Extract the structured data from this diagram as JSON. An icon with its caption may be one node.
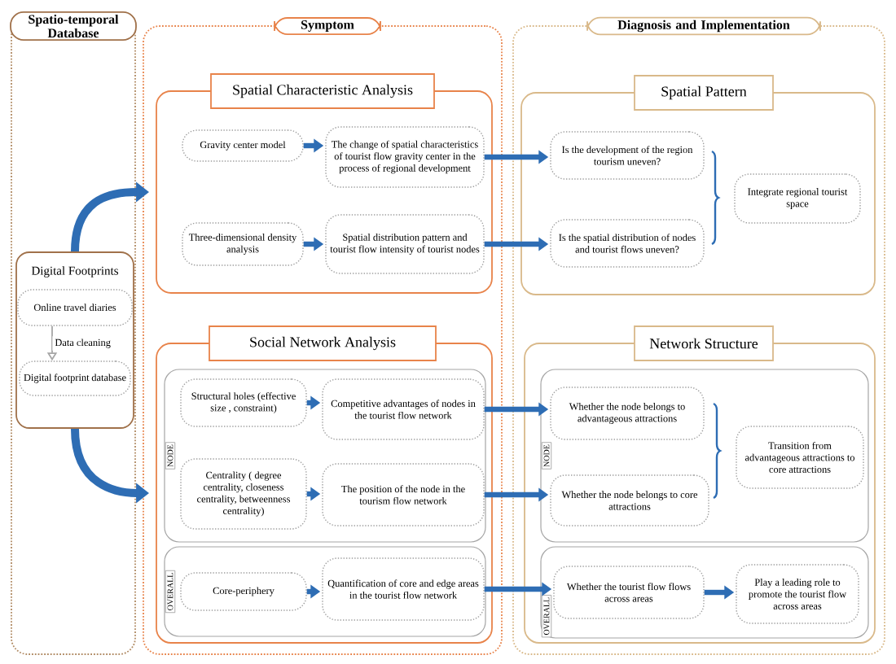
{
  "diagram": {
    "nodes": [
      {
        "text": [
          "Spatio-temporal Database"
        ]
      },
      {
        "text": [
          "Symptom"
        ]
      },
      {
        "text": [
          "Diagnosis and Implementation"
        ]
      },
      {
        "text": [
          "Digital Footprints"
        ],
        "in": 0
      },
      {
        "text": [
          "Online travel diaries"
        ],
        "in": 3
      },
      {
        "text": [
          "Digital footprint database"
        ],
        "in": 3
      },
      {
        "text": [
          "Spatial Characteristic Analysis"
        ],
        "in": 1
      },
      {
        "text": [
          "Gravity center model"
        ],
        "in": 6
      },
      {
        "text": [
          "The change of spatial characteristics of tourist flow gravity center in the process of regional development"
        ],
        "in": 6
      },
      {
        "text": [
          "Three-dimensional density analysis"
        ],
        "in": 6
      },
      {
        "text": [
          "Spatial distribution pattern and tourist flow intensity of tourist nodes"
        ],
        "in": 6
      },
      {
        "text": [
          "Social Network Analysis"
        ],
        "in": 1
      },
      {
        "text": [
          "NODE"
        ],
        "in": 11
      },
      {
        "text": [
          "Structural holes (effective size , constraint)"
        ],
        "in": 12
      },
      {
        "text": [
          "Competitive advantages of nodes in the tourist flow network"
        ],
        "in": 12
      },
      {
        "text": [
          "Centrality ( degree centrality, closeness centrality, betweenness centrality)"
        ],
        "in": 12
      },
      {
        "text": [
          "The position of the node in the tourism flow network"
        ],
        "in": 12
      },
      {
        "text": [
          "OVERALL"
        ],
        "in": 11
      },
      {
        "text": [
          "Core-periphery"
        ],
        "in": 17
      },
      {
        "text": [
          "Quantification of core and edge areas in the tourist flow network"
        ],
        "in": 17
      },
      {
        "text": [
          "Spatial Pattern"
        ],
        "in": 2
      },
      {
        "text": [
          "Is the development of the region tourism uneven?"
        ],
        "in": 20
      },
      {
        "text": [
          "Is the spatial distribution of nodes and tourist flows uneven?"
        ],
        "in": 20
      },
      {
        "text": [
          "Integrate regional tourist space"
        ],
        "in": 20
      },
      {
        "text": [
          "Network Structure"
        ],
        "in": 2
      },
      {
        "text": [
          "NODE"
        ],
        "in": 24
      },
      {
        "text": [
          "Whether the node belongs to advantageous attractions"
        ],
        "in": 25
      },
      {
        "text": [
          "Whether the node belongs to core attractions"
        ],
        "in": 25
      },
      {
        "text": [
          "Transition from advantageous attractions to core attractions"
        ],
        "in": 25
      },
      {
        "text": [
          "OVERALL"
        ],
        "in": 24
      },
      {
        "text": [
          "Whether the tourist flow flows across areas"
        ],
        "in": 29
      },
      {
        "text": [
          "Play a leading role to promote the tourist flow across areas"
        ],
        "in": 29
      }
    ],
    "edges": [
      {
        "from": 4,
        "to": 5,
        "arrow": "to",
        "label": "Data cleaning",
        "color": "#a6a6a6"
      },
      {
        "from": 3,
        "to": 6,
        "arrow": "to"
      },
      {
        "from": 3,
        "to": 11,
        "arrow": "to"
      },
      {
        "from": 7,
        "to": 8,
        "arrow": "to"
      },
      {
        "from": 9,
        "to": 10,
        "arrow": "to"
      },
      {
        "from": 13,
        "to": 14,
        "arrow": "to"
      },
      {
        "from": 15,
        "to": 16,
        "arrow": "to"
      },
      {
        "from": 18,
        "to": 19,
        "arrow": "to"
      },
      {
        "from": 8,
        "to": 21,
        "arrow": "to"
      },
      {
        "from": 10,
        "to": 22,
        "arrow": "to"
      },
      {
        "from": 14,
        "to": 26,
        "arrow": "to"
      },
      {
        "from": 16,
        "to": 27,
        "arrow": "to"
      },
      {
        "from": 19,
        "to": 30,
        "arrow": "to"
      },
      {
        "from": 30,
        "to": 31,
        "arrow": "to"
      }
    ]
  }
}
